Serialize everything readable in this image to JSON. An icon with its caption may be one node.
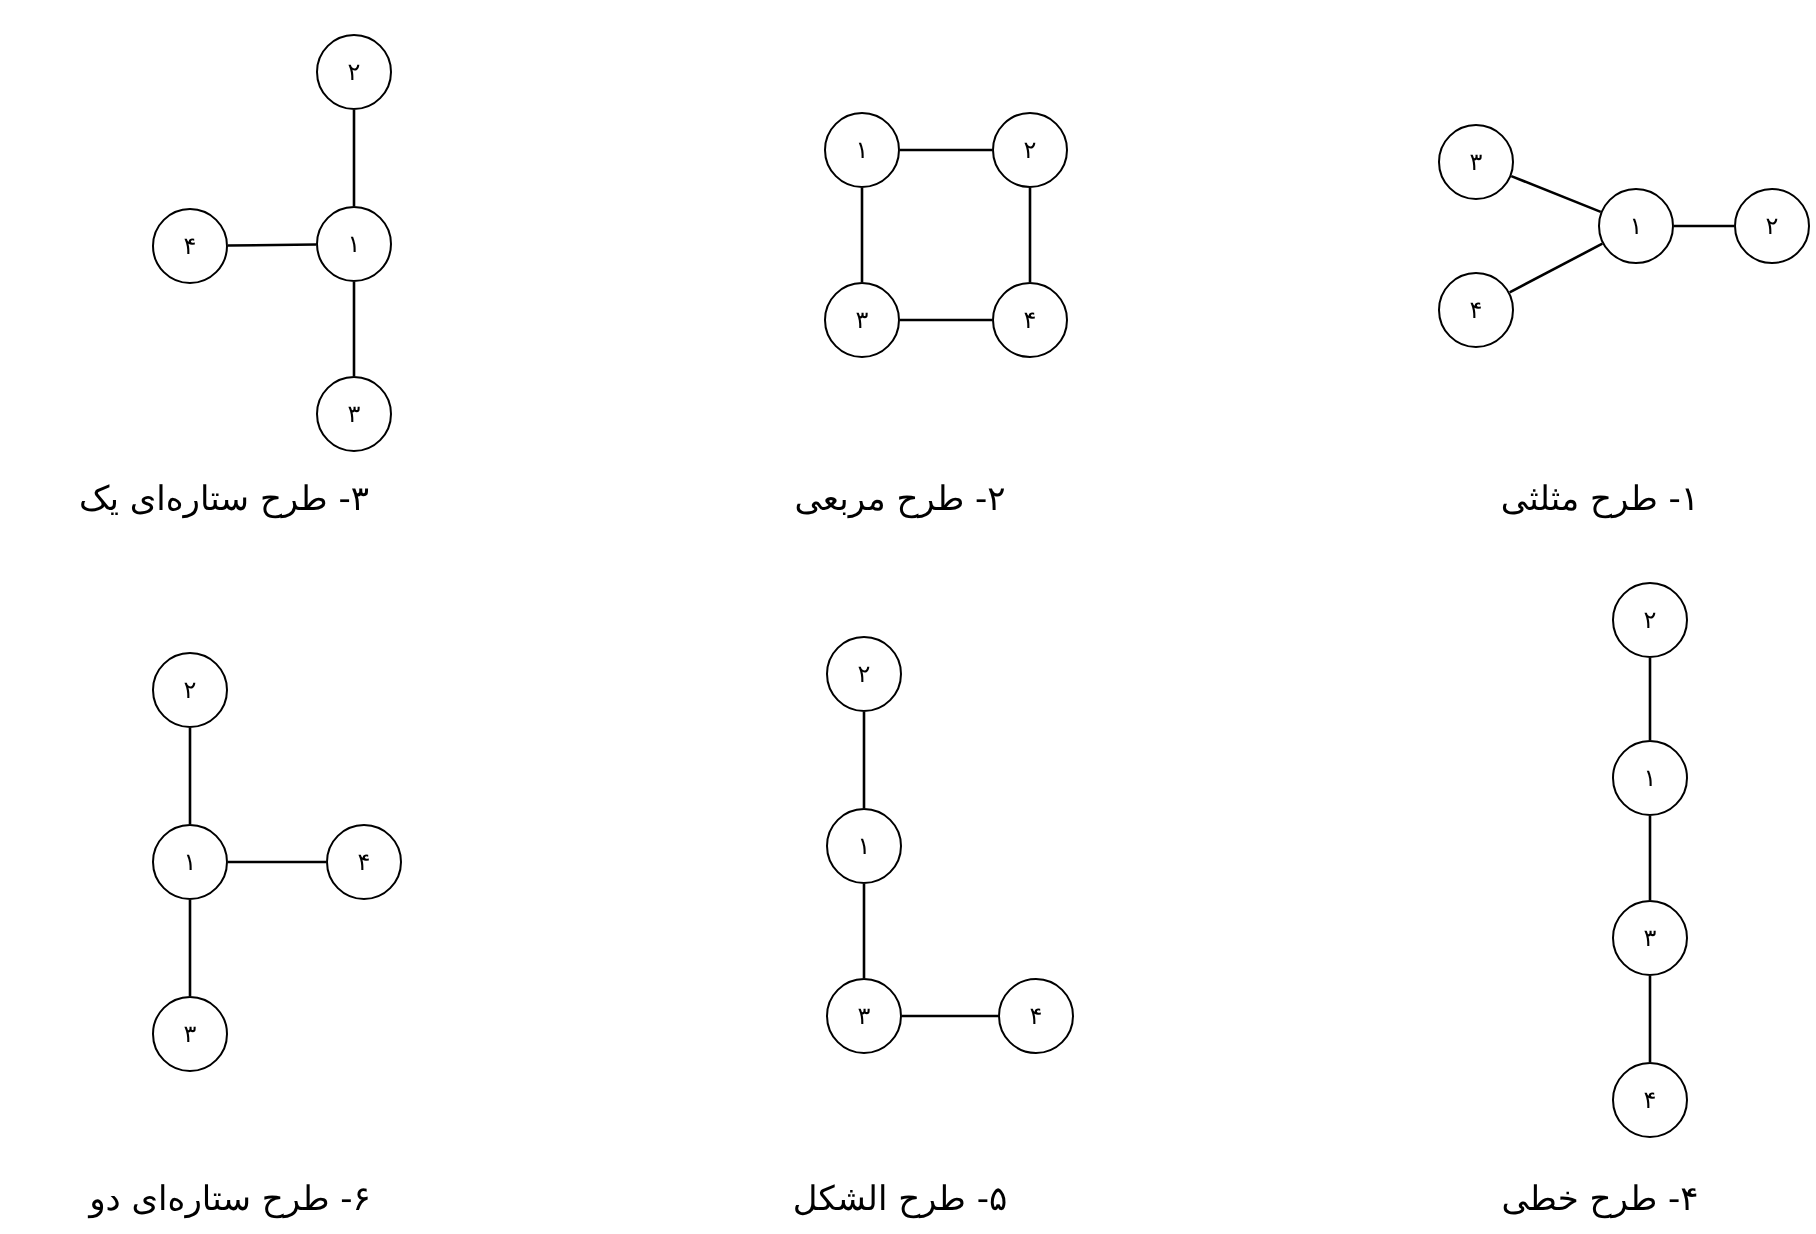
{
  "diagram": {
    "nodes": [
      {
        "text": [
          "۱"
        ]
      },
      {
        "text": [
          "۲"
        ]
      },
      {
        "text": [
          "۳"
        ]
      },
      {
        "text": [
          "۴"
        ]
      },
      {
        "text": [
          "۱"
        ]
      },
      {
        "text": [
          "۲"
        ]
      },
      {
        "text": [
          "۳"
        ]
      },
      {
        "text": [
          "۴"
        ]
      },
      {
        "text": [
          "۲"
        ]
      },
      {
        "text": [
          "۴"
        ]
      },
      {
        "text": [
          "۱"
        ]
      },
      {
        "text": [
          "۳"
        ]
      },
      {
        "text": [
          "۲"
        ]
      },
      {
        "text": [
          "۱"
        ]
      },
      {
        "text": [
          "۳"
        ]
      },
      {
        "text": [
          "۴"
        ]
      },
      {
        "text": [
          "۲"
        ]
      },
      {
        "text": [
          "۱"
        ]
      },
      {
        "text": [
          "۳"
        ]
      },
      {
        "text": [
          "۴"
        ]
      },
      {
        "text": [
          "۲"
        ]
      },
      {
        "text": [
          "۱"
        ]
      },
      {
        "text": [
          "۴"
        ]
      },
      {
        "text": [
          "۳"
        ]
      }
    ],
    "edges": [
      {
        "from": 0,
        "to": 1,
        "arrow": "none"
      },
      {
        "from": 0,
        "to": 2,
        "arrow": "none"
      },
      {
        "from": 0,
        "to": 3,
        "arrow": "none"
      },
      {
        "from": 4,
        "to": 5,
        "arrow": "none"
      },
      {
        "from": 4,
        "to": 6,
        "arrow": "none"
      },
      {
        "from": 5,
        "to": 7,
        "arrow": "none"
      },
      {
        "from": 6,
        "to": 7,
        "arrow": "none"
      },
      {
        "from": 8,
        "to": 10,
        "arrow": "none"
      },
      {
        "from": 9,
        "to": 10,
        "arrow": "none"
      },
      {
        "from": 10,
        "to": 11,
        "arrow": "none"
      },
      {
        "from": 12,
        "to": 13,
        "arrow": "none"
      },
      {
        "from": 13,
        "to": 14,
        "arrow": "none"
      },
      {
        "from": 14,
        "to": 15,
        "arrow": "none"
      },
      {
        "from": 16,
        "to": 17,
        "arrow": "none"
      },
      {
        "from": 17,
        "to": 18,
        "arrow": "none"
      },
      {
        "from": 18,
        "to": 19,
        "arrow": "none"
      },
      {
        "from": 20,
        "to": 21,
        "arrow": "none"
      },
      {
        "from": 21,
        "to": 22,
        "arrow": "none"
      },
      {
        "from": 21,
        "to": 23,
        "arrow": "none"
      }
    ],
    "labels": [
      "۱- طرح مثلثی",
      "۲- طرح مربعی",
      "۳- طرح ستاره‌ای یک",
      "۴- طرح خطی",
      "۵- طرح الشکل",
      "۶- طرح ستاره‌ای دو"
    ]
  }
}
